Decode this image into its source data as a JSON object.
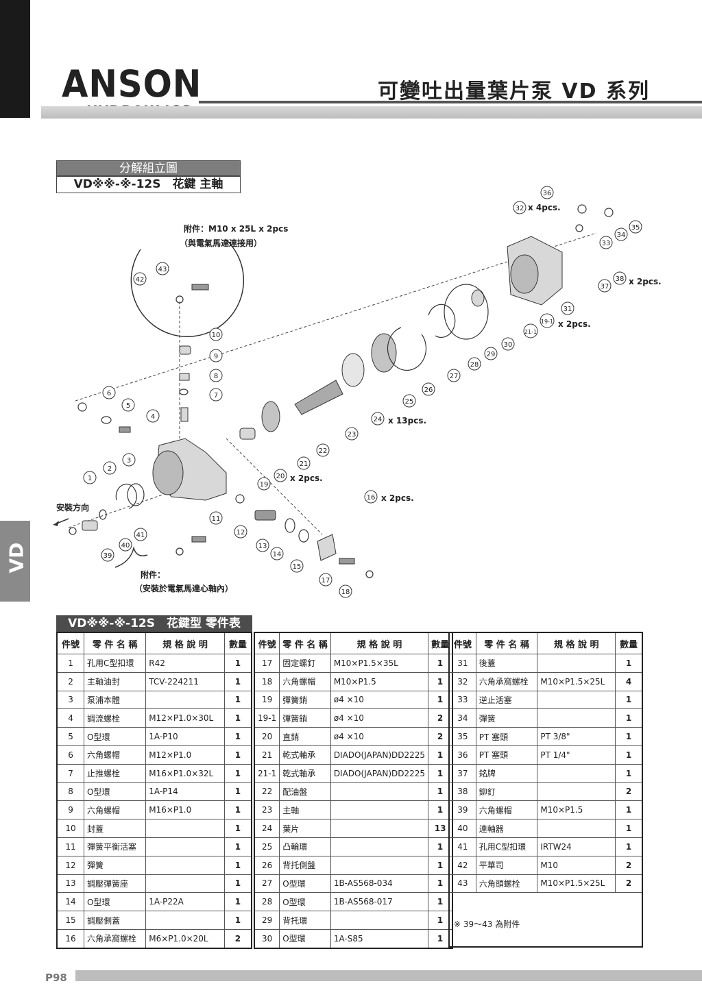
{
  "header": {
    "logo_main": "ANSON",
    "logo_sub": "HYDRAULICS",
    "title": "可變吐出量葉片泵 VD 系列"
  },
  "side_tab": "VD",
  "exploded": {
    "box_title": "分解組立圖",
    "box_model": "VD※※-※-12S　花鍵 主軸",
    "acc_top": "附件：M10 x 25L x 2pcs",
    "acc_top_sub": "（與電氣馬達連接用）",
    "acc_bottom": "附件：",
    "acc_bottom_sub": "（安裝於電氣馬達心軸內）",
    "direction": "安裝方向",
    "qty_labels": {
      "q32": "x 4pcs.",
      "q38": "x 2pcs.",
      "q19_1": "x 2pcs.",
      "q24": "x 13pcs.",
      "q20": "x 2pcs.",
      "q16": "x 2pcs."
    },
    "numbers": [
      "36",
      "32",
      "35",
      "34",
      "33",
      "38",
      "37",
      "31",
      "19-1",
      "21-1",
      "30",
      "29",
      "28",
      "27",
      "26",
      "25",
      "24",
      "23",
      "22",
      "21",
      "20",
      "19",
      "16",
      "42",
      "43",
      "10",
      "9",
      "8",
      "7",
      "6",
      "5",
      "4",
      "3",
      "2",
      "1",
      "11",
      "12",
      "13",
      "14",
      "15",
      "17",
      "18",
      "41",
      "40",
      "39"
    ]
  },
  "parts_table": {
    "tab": "VD※※-※-12S　花鍵型 零件表",
    "headers": [
      "件號",
      "零 件 名 稱",
      "規 格 說 明",
      "數量"
    ],
    "col1": [
      [
        "1",
        "孔用C型扣環",
        "R42",
        "1"
      ],
      [
        "2",
        "主軸油封",
        "TCV-224211",
        "1"
      ],
      [
        "3",
        "泵浦本體",
        "",
        "1"
      ],
      [
        "4",
        "調流螺栓",
        "M12×P1.0×30L",
        "1"
      ],
      [
        "5",
        "O型環",
        "1A-P10",
        "1"
      ],
      [
        "6",
        "六角螺帽",
        "M12×P1.0",
        "1"
      ],
      [
        "7",
        "止推螺栓",
        "M16×P1.0×32L",
        "1"
      ],
      [
        "8",
        "O型環",
        "1A-P14",
        "1"
      ],
      [
        "9",
        "六角螺帽",
        "M16×P1.0",
        "1"
      ],
      [
        "10",
        "封蓋",
        "",
        "1"
      ],
      [
        "11",
        "彈簧平衡活塞",
        "",
        "1"
      ],
      [
        "12",
        "彈簧",
        "",
        "1"
      ],
      [
        "13",
        "調壓彈簧座",
        "",
        "1"
      ],
      [
        "14",
        "O型環",
        "1A-P22A",
        "1"
      ],
      [
        "15",
        "調壓側蓋",
        "",
        "1"
      ],
      [
        "16",
        "六角承窩螺栓",
        "M6×P1.0×20L",
        "2"
      ]
    ],
    "col2": [
      [
        "17",
        "固定螺釘",
        "M10×P1.5×35L",
        "1"
      ],
      [
        "18",
        "六角螺帽",
        "M10×P1.5",
        "1"
      ],
      [
        "19",
        "彈簧銷",
        "ø4 ×10",
        "1"
      ],
      [
        "19-1",
        "彈簧銷",
        "ø4 ×10",
        "2"
      ],
      [
        "20",
        "直銷",
        "ø4 ×10",
        "2"
      ],
      [
        "21",
        "乾式軸承",
        "DIADO(JAPAN)DD2225",
        "1"
      ],
      [
        "21-1",
        "乾式軸承",
        "DIADO(JAPAN)DD2225",
        "1"
      ],
      [
        "22",
        "配油盤",
        "",
        "1"
      ],
      [
        "23",
        "主軸",
        "",
        "1"
      ],
      [
        "24",
        "葉片",
        "",
        "13"
      ],
      [
        "25",
        "凸輪環",
        "",
        "1"
      ],
      [
        "26",
        "背托側盤",
        "",
        "1"
      ],
      [
        "27",
        "O型環",
        "1B-AS568-034",
        "1"
      ],
      [
        "28",
        "O型環",
        "1B-AS568-017",
        "1"
      ],
      [
        "29",
        "背托環",
        "",
        "1"
      ],
      [
        "30",
        "O型環",
        "1A-S85",
        "1"
      ]
    ],
    "col3": [
      [
        "31",
        "後蓋",
        "",
        "1"
      ],
      [
        "32",
        "六角承窩螺栓",
        "M10×P1.5×25L",
        "4"
      ],
      [
        "33",
        "逆止活塞",
        "",
        "1"
      ],
      [
        "34",
        "彈簧",
        "",
        "1"
      ],
      [
        "35",
        "PT 塞頭",
        "PT 3/8\"",
        "1"
      ],
      [
        "36",
        "PT 塞頭",
        "PT 1/4\"",
        "1"
      ],
      [
        "37",
        "銘牌",
        "",
        "1"
      ],
      [
        "38",
        "鉚釘",
        "",
        "2"
      ],
      [
        "39",
        "六角螺帽",
        "M10×P1.5",
        "1"
      ],
      [
        "40",
        "連軸器",
        "",
        "1"
      ],
      [
        "41",
        "孔用C型扣環",
        "IRTW24",
        "1"
      ],
      [
        "42",
        "平華司",
        "M10",
        "2"
      ],
      [
        "43",
        "六角頭螺栓",
        "M10×P1.5×25L",
        "2"
      ]
    ],
    "note": "※ 39～43 為附件"
  },
  "footer": {
    "page": "P98"
  }
}
